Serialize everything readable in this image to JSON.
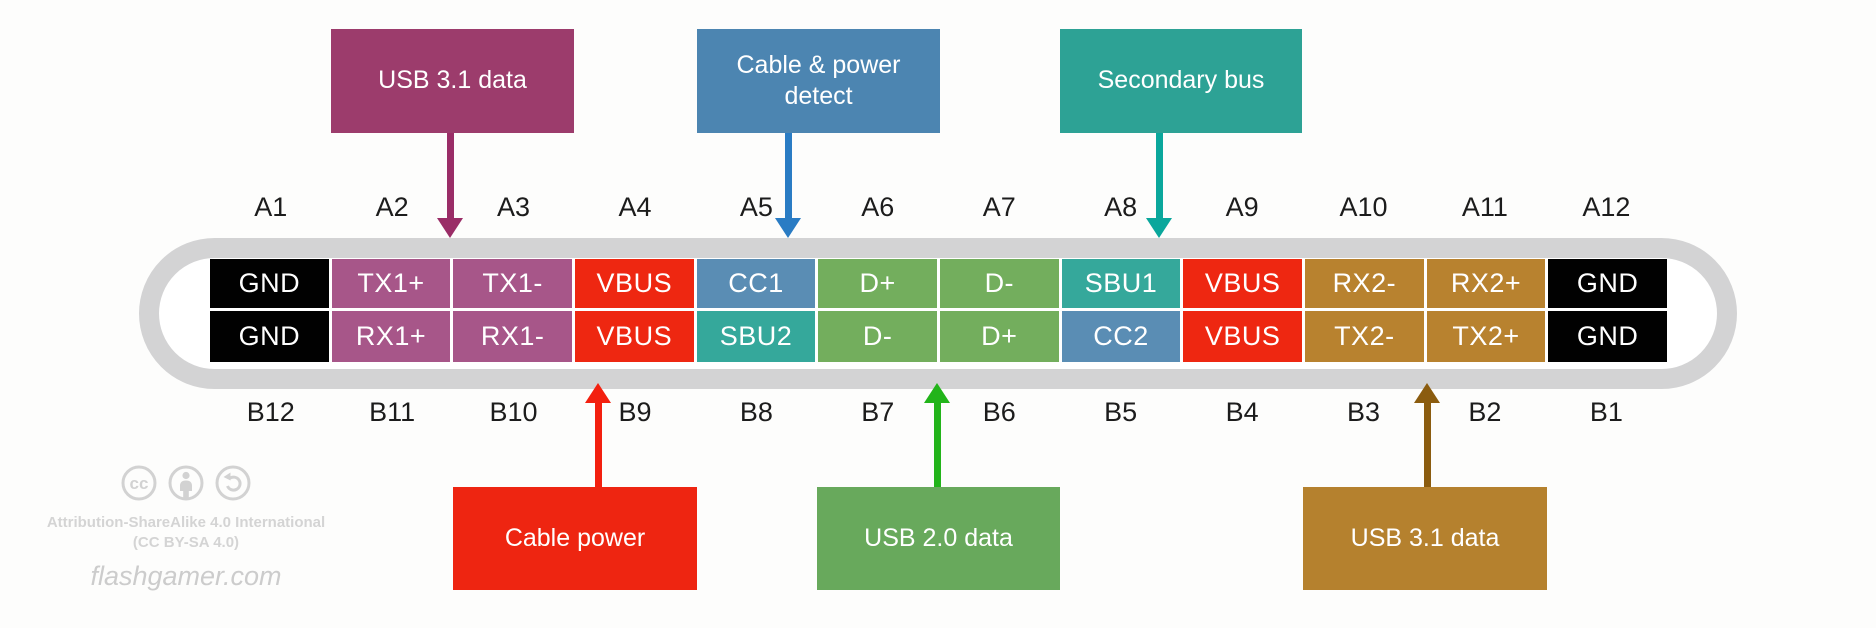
{
  "title": "USB Type-C connector pinout diagram",
  "colors": {
    "ring": "#d3d3d4",
    "background": "#fdfdfc",
    "pin_black": "#010101",
    "pin_mauve": "#a75689",
    "pin_red": "#ee2711",
    "pin_blue": "#5a8db4",
    "pin_green": "#73ae5d",
    "pin_teal": "#35a89b",
    "pin_gold": "#b8822f"
  },
  "pin_labels": {
    "top": [
      "A1",
      "A2",
      "A3",
      "A4",
      "A5",
      "A6",
      "A7",
      "A8",
      "A9",
      "A10",
      "A11",
      "A12"
    ],
    "bottom": [
      "B12",
      "B11",
      "B10",
      "B9",
      "B8",
      "B7",
      "B6",
      "B5",
      "B4",
      "B3",
      "B2",
      "B1"
    ]
  },
  "pins": {
    "row_a": [
      {
        "name": "GND",
        "color": "#010101"
      },
      {
        "name": "TX1+",
        "color": "#a75689"
      },
      {
        "name": "TX1-",
        "color": "#a75689"
      },
      {
        "name": "VBUS",
        "color": "#ee2711"
      },
      {
        "name": "CC1",
        "color": "#5a8db4"
      },
      {
        "name": "D+",
        "color": "#73ae5d"
      },
      {
        "name": "D-",
        "color": "#73ae5d"
      },
      {
        "name": "SBU1",
        "color": "#35a89b"
      },
      {
        "name": "VBUS",
        "color": "#ee2711"
      },
      {
        "name": "RX2-",
        "color": "#b8822f"
      },
      {
        "name": "RX2+",
        "color": "#b8822f"
      },
      {
        "name": "GND",
        "color": "#010101"
      }
    ],
    "row_b": [
      {
        "name": "GND",
        "color": "#010101"
      },
      {
        "name": "RX1+",
        "color": "#a75689"
      },
      {
        "name": "RX1-",
        "color": "#a75689"
      },
      {
        "name": "VBUS",
        "color": "#ee2711"
      },
      {
        "name": "SBU2",
        "color": "#35a89b"
      },
      {
        "name": "D-",
        "color": "#73ae5d"
      },
      {
        "name": "D+",
        "color": "#73ae5d"
      },
      {
        "name": "CC2",
        "color": "#5a8db4"
      },
      {
        "name": "VBUS",
        "color": "#ee2711"
      },
      {
        "name": "TX2-",
        "color": "#b8822f"
      },
      {
        "name": "TX2+",
        "color": "#b8822f"
      },
      {
        "name": "GND",
        "color": "#010101"
      }
    ]
  },
  "annotations": {
    "top": [
      {
        "label": "USB 3.1 data",
        "color": "#9c3c6c",
        "arrow_color": "#9a2d67"
      },
      {
        "label": "Cable & power detect",
        "color": "#4c85b1",
        "arrow_color": "#2a7cc4"
      },
      {
        "label": "Secondary bus",
        "color": "#2da295",
        "arrow_color": "#0aa79c"
      }
    ],
    "bottom": [
      {
        "label": "Cable power",
        "color": "#ee2511",
        "arrow_color": "#f3200f"
      },
      {
        "label": "USB 2.0 data",
        "color": "#68a95c",
        "arrow_color": "#22b41a"
      },
      {
        "label": "USB 3.1 data",
        "color": "#b5812e",
        "arrow_color": "#8b5c0f"
      }
    ]
  },
  "watermark": {
    "cc_text": "cc",
    "license_line1": "Attribution-ShareAlike 4.0 International",
    "license_line2": "(CC BY-SA 4.0)",
    "site": "flashgamer.com"
  }
}
